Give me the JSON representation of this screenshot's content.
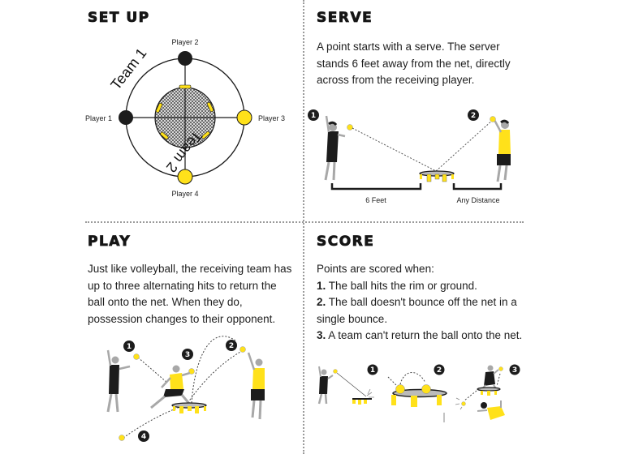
{
  "colors": {
    "yellow": "#ffe11a",
    "dark": "#1c1c1c",
    "skin": "#a8a8a8",
    "divider": "#9a9a9a"
  },
  "setup": {
    "heading": "SET UP",
    "players": [
      {
        "label": "Player 1",
        "team": "Team 1"
      },
      {
        "label": "Player 2",
        "team": "Team 1"
      },
      {
        "label": "Player 3",
        "team": "Team 2"
      },
      {
        "label": "Player 4",
        "team": "Team 2"
      }
    ],
    "team1_label": "Team 1",
    "team2_label": "Team 2"
  },
  "serve": {
    "heading": "SERVE",
    "text_lines": [
      "A point starts with a serve. The server",
      "stands 6 feet away from the net, directly",
      "across from the receiving player."
    ],
    "step_numbers": [
      "1",
      "2"
    ],
    "distance_left_label": "6 Feet",
    "distance_right_label": "Any Distance"
  },
  "play": {
    "heading": "PLAY",
    "text_lines": [
      "Just like volleyball, the receiving team has",
      "up to three alternating hits to return the",
      "ball onto the net. When they do,",
      "possession changes to their opponent."
    ],
    "step_numbers": [
      "1",
      "2",
      "3",
      "4"
    ]
  },
  "score": {
    "heading": "SCORE",
    "intro": "Points are scored when:",
    "rules": [
      {
        "num": "1.",
        "text": " The ball hits the rim or ground."
      },
      {
        "num": "2.",
        "text": " The ball doesn't bounce off the net in a"
      },
      {
        "num": "",
        "text": "single bounce."
      },
      {
        "num": "3.",
        "text": " A team can't return the ball onto the net."
      }
    ],
    "step_numbers": [
      "1",
      "2",
      "3"
    ]
  }
}
